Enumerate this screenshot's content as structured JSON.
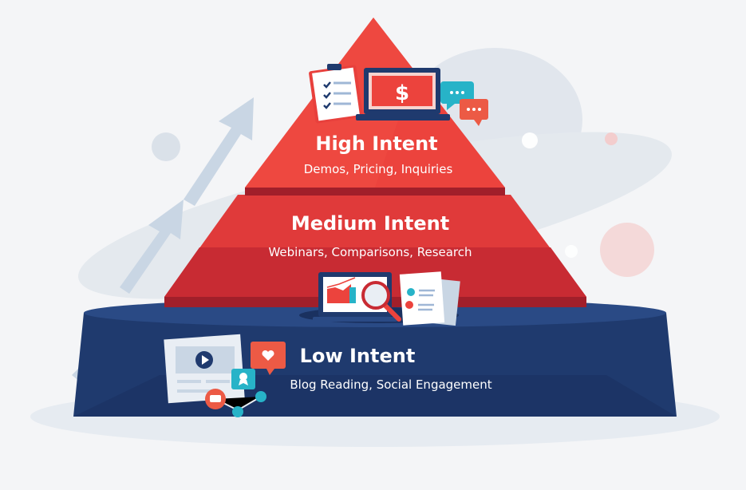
{
  "tiers": [
    {
      "title": "High Intent",
      "subtitle": "Demos, Pricing, Inquiries",
      "color": "#e8403c"
    },
    {
      "title": "Medium Intent",
      "subtitle": "Webinars, Comparisons, Research",
      "color": "#e03a3a"
    },
    {
      "title": "Low Intent",
      "subtitle": "Blog Reading, Social Engagement",
      "color": "#1f3a6e"
    }
  ],
  "icons": {
    "high": [
      "clipboard-checklist-icon",
      "laptop-dollar-icon",
      "chat-bubbles-icon"
    ],
    "medium": [
      "laptop-chart-icon",
      "magnifier-icon",
      "report-document-icon"
    ],
    "low": [
      "video-page-icon",
      "heart-bubble-icon",
      "badge-icon",
      "network-nodes-icon"
    ]
  },
  "dollar_symbol": "$"
}
